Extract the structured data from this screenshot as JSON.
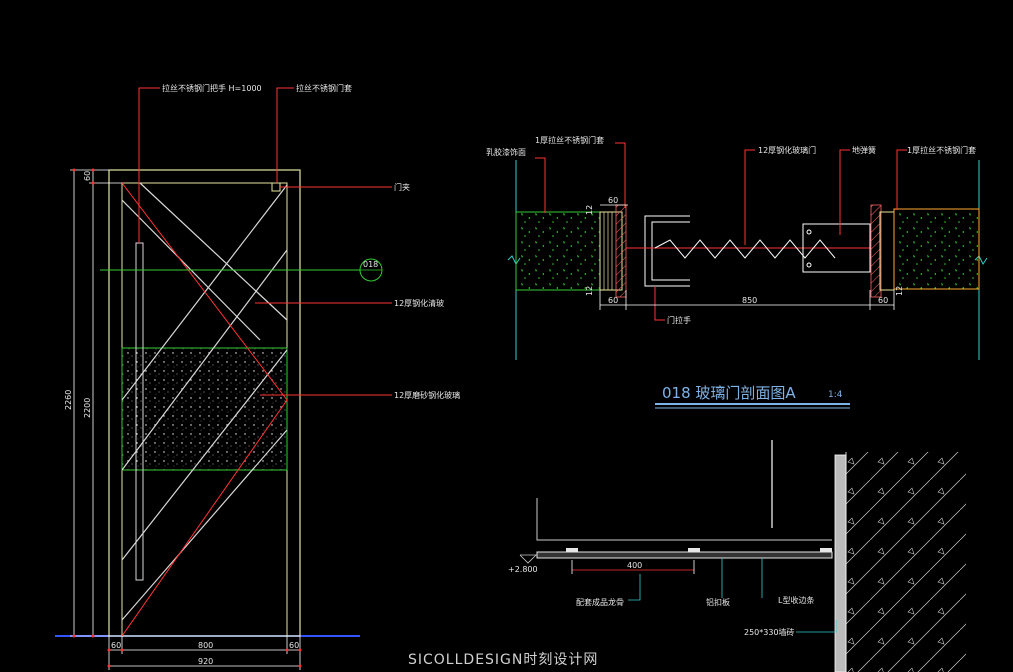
{
  "elevation": {
    "labels": {
      "handle": "拉丝不锈钢门把手 H=1000",
      "door_frame": "拉丝不锈钢门套",
      "clamp": "门夹",
      "clear_glass": "12厚钢化清玻",
      "frosted_glass": "12厚磨砂钢化玻璃",
      "section_ref": "018"
    },
    "dims": {
      "top": "60",
      "height_outer": "2260",
      "height_inner": "2200",
      "bottom_left": "60",
      "bottom_mid": "800",
      "bottom_right": "60",
      "total_width": "920"
    }
  },
  "section_a": {
    "labels": {
      "latex_finish": "乳胶漆饰面",
      "frame_left": "1厚拉丝不锈钢门套",
      "glass_door": "12厚钢化玻璃门",
      "floor_spring": "地弹簧",
      "frame_right": "1厚拉丝不锈钢门套",
      "door_pull": "门拉手"
    },
    "dims": {
      "left_top": "60",
      "left_12_top": "12",
      "left_12_bottom": "12",
      "left_bottom": "60",
      "middle": "850",
      "right_bottom": "60",
      "right_12": "12"
    },
    "title": "018  玻璃门剖面图A",
    "scale": "1:4"
  },
  "ceiling_detail": {
    "labels": {
      "elevation_mark": "+2.800",
      "dim_400": "400",
      "keel": "配套成品龙骨",
      "aluminum_panel": "铝扣板",
      "edge_strip": "L型收边条",
      "tile": "250*330墙砖"
    }
  },
  "watermark": "SICOLLDESIGN时刻设计网"
}
